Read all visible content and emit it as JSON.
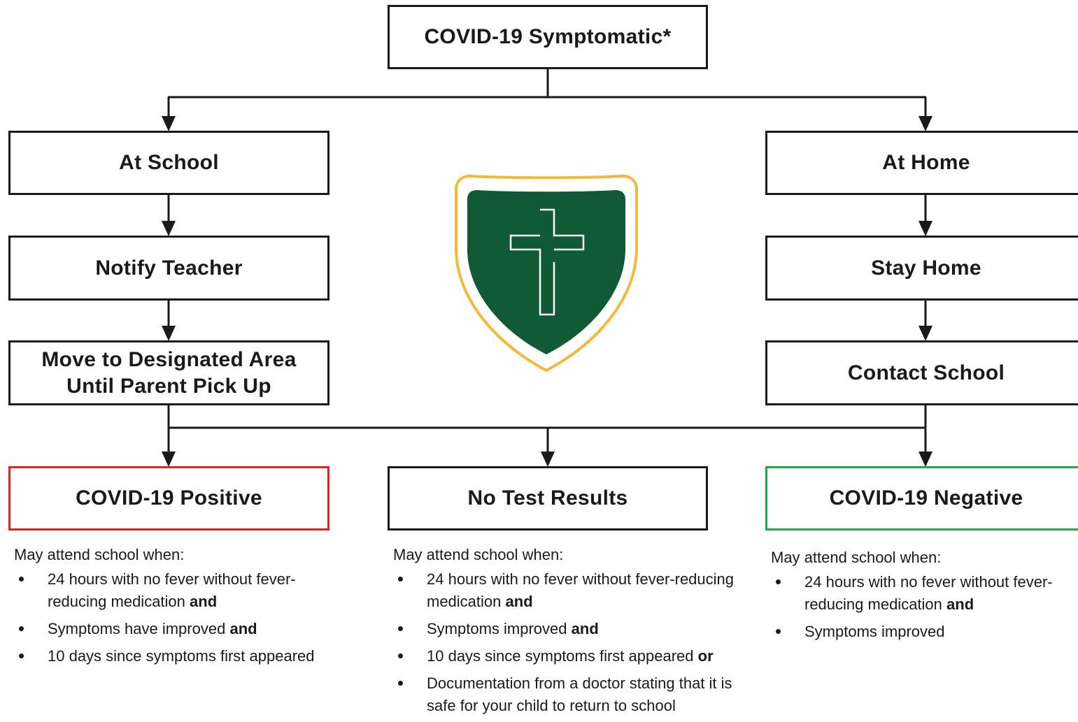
{
  "root": {
    "label": "COVID-19 Symptomatic*"
  },
  "school_path": {
    "title": "At School",
    "step1": "Notify Teacher",
    "step2_line1": "Move to Designated Area",
    "step2_line2": "Until Parent Pick Up"
  },
  "home_path": {
    "title": "At Home",
    "step1": "Stay Home",
    "step2": "Contact School"
  },
  "outcomes": {
    "positive": {
      "label": "COVID-19 Positive",
      "color": "#e8201f",
      "heading": "May attend school when:",
      "items": [
        {
          "text": "24 hours with no fever without fever-reducing medication",
          "emph": "and"
        },
        {
          "text": "Symptoms have improved",
          "emph": "and"
        },
        {
          "text": "10 days since symptoms first appeared",
          "emph": ""
        }
      ]
    },
    "no_test": {
      "label": "No Test Results",
      "heading": "May attend school when:",
      "items": [
        {
          "text": "24 hours with no fever without fever-reducing medication",
          "emph": "and"
        },
        {
          "text": "Symptoms improved",
          "emph": "and"
        },
        {
          "text": "10 days since symptoms first appeared",
          "emph": "or"
        },
        {
          "text": "Documentation from a doctor stating that it is safe for your child to return to school",
          "emph": ""
        }
      ]
    },
    "negative": {
      "label": "COVID-19 Negative",
      "color": "#1fa94b",
      "heading": "May attend school when:",
      "items": [
        {
          "text": "24 hours with no fever without fever-reducing medication",
          "emph": "and"
        },
        {
          "text": "Symptoms improved",
          "emph": ""
        }
      ]
    }
  },
  "crest": {
    "icon": "cross-shield-icon",
    "shield_color": "#115a36",
    "rim_color": "#f2b93b",
    "cross_color": "#ffffff"
  }
}
